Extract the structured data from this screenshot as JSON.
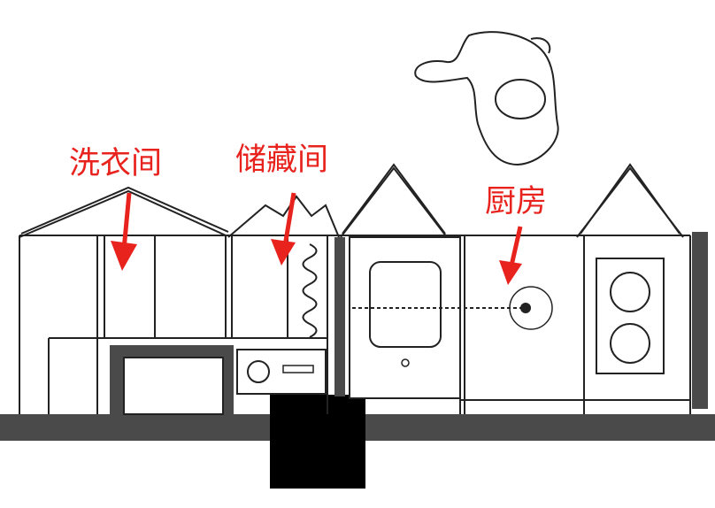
{
  "labels": {
    "laundry": "洗衣间",
    "storage": "储藏间",
    "kitchen": "厨房"
  },
  "colors": {
    "annotation": "#e8231e",
    "line": "#222222",
    "base": "#4a4a4a",
    "block": "#000000"
  }
}
